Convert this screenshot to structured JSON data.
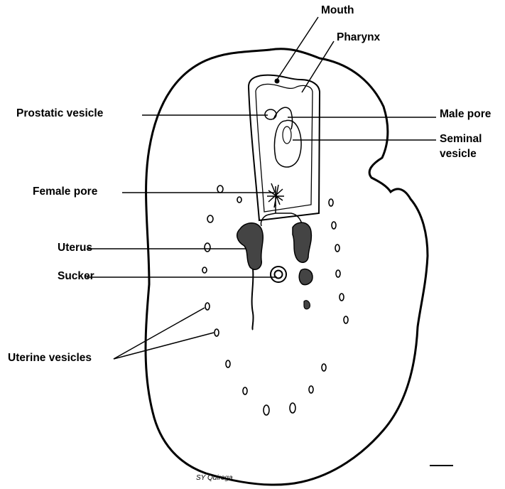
{
  "labels": {
    "mouth": "Mouth",
    "pharynx": "Pharynx",
    "prostatic_vesicle": "Prostatic vesicle",
    "male_pore": "Male pore",
    "seminal_vesicle_line1": "Seminal",
    "seminal_vesicle_line2": "vesicle",
    "female_pore": "Female pore",
    "uterus": "Uterus",
    "sucker": "Sucker",
    "uterine_vesicles": "Uterine vesicles"
  },
  "signature": "SY Quiroga",
  "colors": {
    "ink": "#000000",
    "background": "#ffffff"
  }
}
